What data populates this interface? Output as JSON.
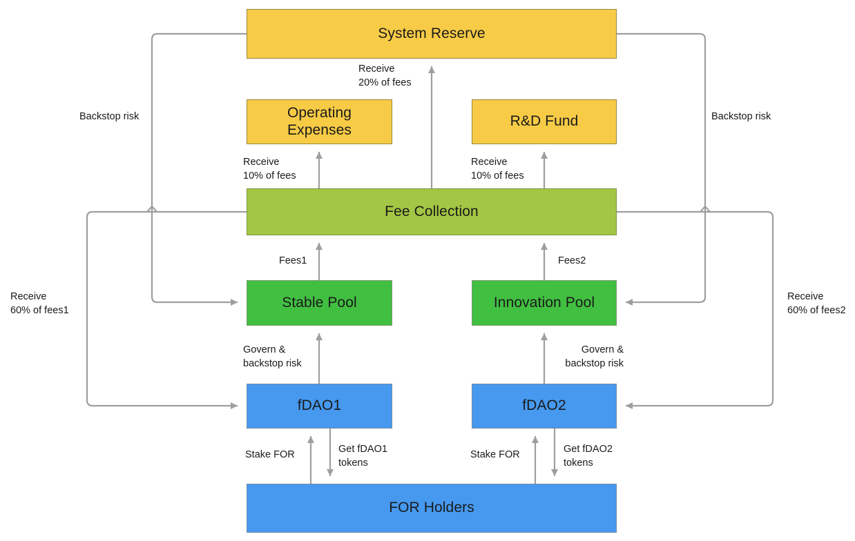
{
  "diagram": {
    "title": "Fee flow and governance diagram",
    "background": "#ffffff",
    "line_color": "#9e9e9e",
    "colors": {
      "reserve_yellow": "#f7cb46",
      "fee_olive": "#a3c644",
      "pool_green": "#41bf41",
      "dao_blue": "#4699ef",
      "connector_gray": "#9e9e9e",
      "text_dark": "#1a1a1a"
    },
    "nodes": [
      {
        "id": "system-reserve",
        "label": "System Reserve",
        "color": "reserve_yellow"
      },
      {
        "id": "operating-expenses",
        "label": "Operating\nExpenses",
        "color": "reserve_yellow"
      },
      {
        "id": "rd-fund",
        "label": "R&D Fund",
        "color": "reserve_yellow"
      },
      {
        "id": "fee-collection",
        "label": "Fee Collection",
        "color": "fee_olive"
      },
      {
        "id": "stable-pool",
        "label": "Stable Pool",
        "color": "pool_green"
      },
      {
        "id": "innovation-pool",
        "label": "Innovation Pool",
        "color": "pool_green"
      },
      {
        "id": "fdao1",
        "label": "fDAO1",
        "color": "dao_blue"
      },
      {
        "id": "fdao2",
        "label": "fDAO2",
        "color": "dao_blue"
      },
      {
        "id": "for-holders",
        "label": "FOR Holders",
        "color": "dao_blue"
      }
    ],
    "edge_labels": [
      {
        "id": "reserve-share",
        "text": "Receive\n20% of fees"
      },
      {
        "id": "opex-share",
        "text": "Receive\n10% of fees"
      },
      {
        "id": "rd-share",
        "text": "Receive\n10% of fees"
      },
      {
        "id": "fees1",
        "text": "Fees1"
      },
      {
        "id": "fees2",
        "text": "Fees2"
      },
      {
        "id": "backstop-left",
        "text": "Backstop risk"
      },
      {
        "id": "backstop-right",
        "text": "Backstop risk"
      },
      {
        "id": "receive-fees1",
        "text": "Receive\n60% of fees1"
      },
      {
        "id": "receive-fees2",
        "text": "Receive\n60% of fees2"
      },
      {
        "id": "govern-left",
        "text": "Govern &\nbackstop risk"
      },
      {
        "id": "govern-right",
        "text": "Govern &\nbackstop risk"
      },
      {
        "id": "stake-for-1",
        "text": "Stake FOR"
      },
      {
        "id": "stake-for-2",
        "text": "Stake FOR"
      },
      {
        "id": "get-fdao1-tokens",
        "text": "Get fDAO1\ntokens"
      },
      {
        "id": "get-fdao2-tokens",
        "text": "Get fDAO2\ntokens"
      }
    ]
  }
}
